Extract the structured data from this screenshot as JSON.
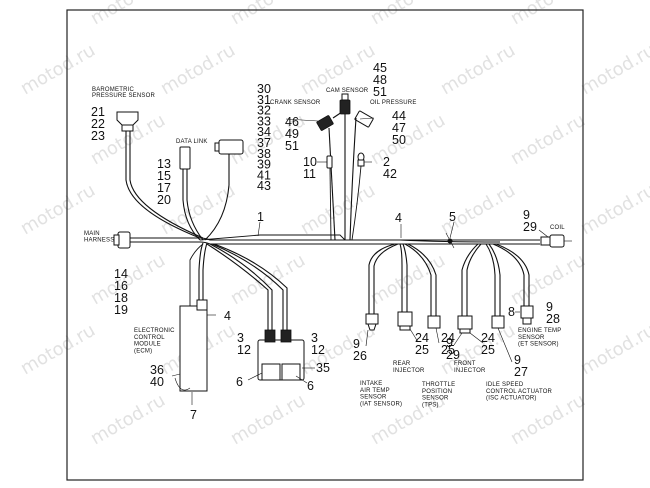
{
  "watermark": "motod.ru",
  "colors": {
    "line": "#111111",
    "frame": "#222222",
    "watermark": "#c9c9c9"
  },
  "labels": {
    "baro": [
      "BAROMETRIC",
      "PRESSURE SENSOR"
    ],
    "datalink": "DATA LINK",
    "crank": "CRANK SENSOR",
    "cam": "CAM SENSOR",
    "oil": "OIL PRESSURE",
    "coil": "COIL",
    "main": [
      "MAIN",
      "HARNESS"
    ],
    "ecm": [
      "ELECTRONIC",
      "CONTROL",
      "MODULE",
      "(ECM)"
    ],
    "iat": [
      "INTAKE",
      "AIR TEMP",
      "SENSOR",
      "(IAT SENSOR)"
    ],
    "rear": [
      "REAR",
      "INJECTOR"
    ],
    "tps": [
      "THROTTLE",
      "POSITION",
      "SENSOR",
      "(TPS)"
    ],
    "front": [
      "FRONT",
      "INJECTOR"
    ],
    "iac": [
      "IDLE SPEED",
      "CONTROL ACTUATOR",
      "(ISC ACTUATOR)"
    ],
    "et": [
      "ENGINE TEMP",
      "SENSOR",
      "(ET SENSOR)"
    ]
  },
  "callouts": {
    "baro": [
      "21",
      "22",
      "23"
    ],
    "datalink": [
      "13",
      "15",
      "17",
      "20"
    ],
    "relay_list": [
      "30",
      "31",
      "32",
      "33",
      "34",
      "37",
      "38",
      "39",
      "41",
      "43"
    ],
    "crank": [
      "46",
      "49",
      "51"
    ],
    "cam": [
      "45",
      "48",
      "51"
    ],
    "oil": [
      "44",
      "47",
      "50"
    ],
    "n10": [
      "10",
      "11"
    ],
    "n2": [
      "2",
      "42"
    ],
    "main_harness": "1",
    "n4_top": "4",
    "n5": "5",
    "coil": [
      "9",
      "29"
    ],
    "main": [
      "14",
      "16",
      "18",
      "19"
    ],
    "ecm_4": "4",
    "ecm_36": [
      "36",
      "40"
    ],
    "ecm_7": "7",
    "relay_l": [
      "3",
      "12"
    ],
    "relay_r": [
      "3",
      "12"
    ],
    "relay_6l": "6",
    "relay_6r": "6",
    "relay_35": "35",
    "iat": [
      "9",
      "26"
    ],
    "rear": [
      "24",
      "25"
    ],
    "tps": [
      "24",
      "25"
    ],
    "front": [
      "9",
      "29"
    ],
    "front2": [
      "24",
      "25"
    ],
    "iac": [
      "9",
      "27"
    ],
    "et8": "8",
    "et": [
      "9",
      "28"
    ]
  }
}
